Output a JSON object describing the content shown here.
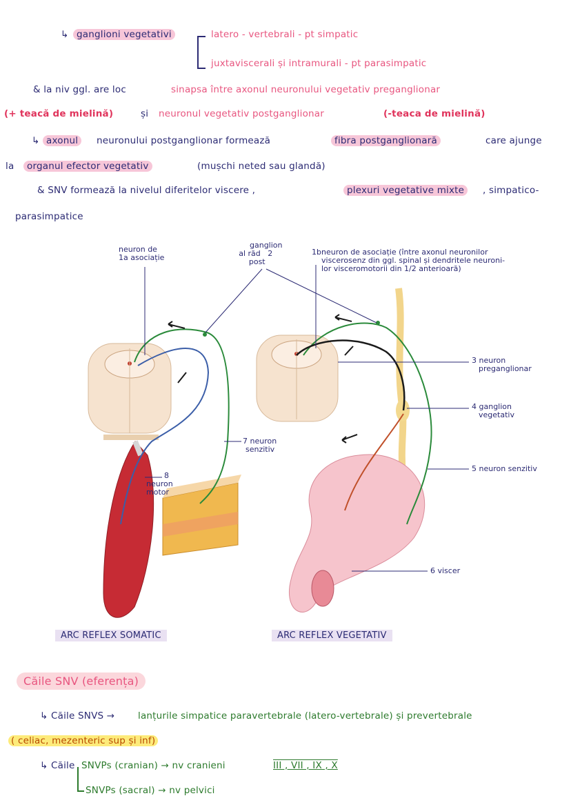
{
  "notes": {
    "l1_arrow": "↳",
    "l1_a": "ganglioni vegetativi",
    "l1_b": "latero - vertebrali - pt simpatic",
    "l2_b": "juxtaviscerali și intramurali - pt parasimpatic",
    "l3_a": "& la niv ggl. are loc",
    "l3_b": "sinapsa între axonul neuronului vegetativ preganglionar",
    "l4_a": "(+ teacă de mielină)",
    "l4_b": "și",
    "l4_c": "neuronul vegetativ postganglionar",
    "l4_d": "(-teaca de mielină)",
    "l5_a": "↳",
    "l5_b": "axonul",
    "l5_c": "neuronului postganglionar formează",
    "l5_d": "fibra postganglionară",
    "l5_e": "care ajunge",
    "l6_a": "la",
    "l6_b": "organul efector vegetativ",
    "l6_c": "(mușchi neted sau glandă)",
    "l7_a": "& SNV formează la nivelul diferitelor viscere ,",
    "l7_b": "plexuri vegetative mixte",
    "l7_c": ", simpatico-",
    "l8": "parasimpatice"
  },
  "figure": {
    "labels": {
      "neuron_asociatie_1": "neuron de",
      "neuron_asociatie_2": "1a asociație",
      "ganglion_1": "ganglion",
      "ganglion_2": "al răd",
      "ganglion_3": "post",
      "ganglion_num": "2",
      "n1b_num": "1b",
      "n1b_1": "neuron de asociație (între axonul neuronilor",
      "n1b_2": "viscerosenz din ggl. spinal și dendritele neuroni-",
      "n1b_3": "lor visceromotorii din 1/2 anterioară)",
      "n3_1": "3 neuron",
      "n3_2": "preganglionar",
      "n4_1": "4 ganglion",
      "n4_2": "vegetativ",
      "n5": "5 neuron senzitiv",
      "n6": "6 viscer",
      "n7_1": "7 neuron",
      "n7_2": "senzitiv",
      "n8_1": "8",
      "n8_2": "neuron",
      "n8_3": "motor"
    },
    "caption_left": "ARC REFLEX SOMATIC",
    "caption_right": "ARC REFLEX VEGETATIV"
  },
  "section": {
    "title": "Căile SNV (eferența)",
    "l1_a": "↳ Căile SNVS →",
    "l1_b": "lanțurile simpatice paravertebrale (latero-vertebrale) și prevertebrale",
    "l2": "( celiac, mezenteric sup și inf)",
    "l3_a": "↳ Căile",
    "l3_b": "SNVPs (cranian) → nv cranieni",
    "l3_c": "III , VII , IX , X",
    "l4": "SNVPs (sacral) → nv pelvici"
  },
  "colors": {
    "ink": "#2b2a73",
    "pink_ink": "#e8557f",
    "highlight_pink": "#f7c6d8",
    "highlight_yellow": "#fdeb7a",
    "caption_bg": "#e9e1f2",
    "green_ink": "#2c7a2c"
  }
}
